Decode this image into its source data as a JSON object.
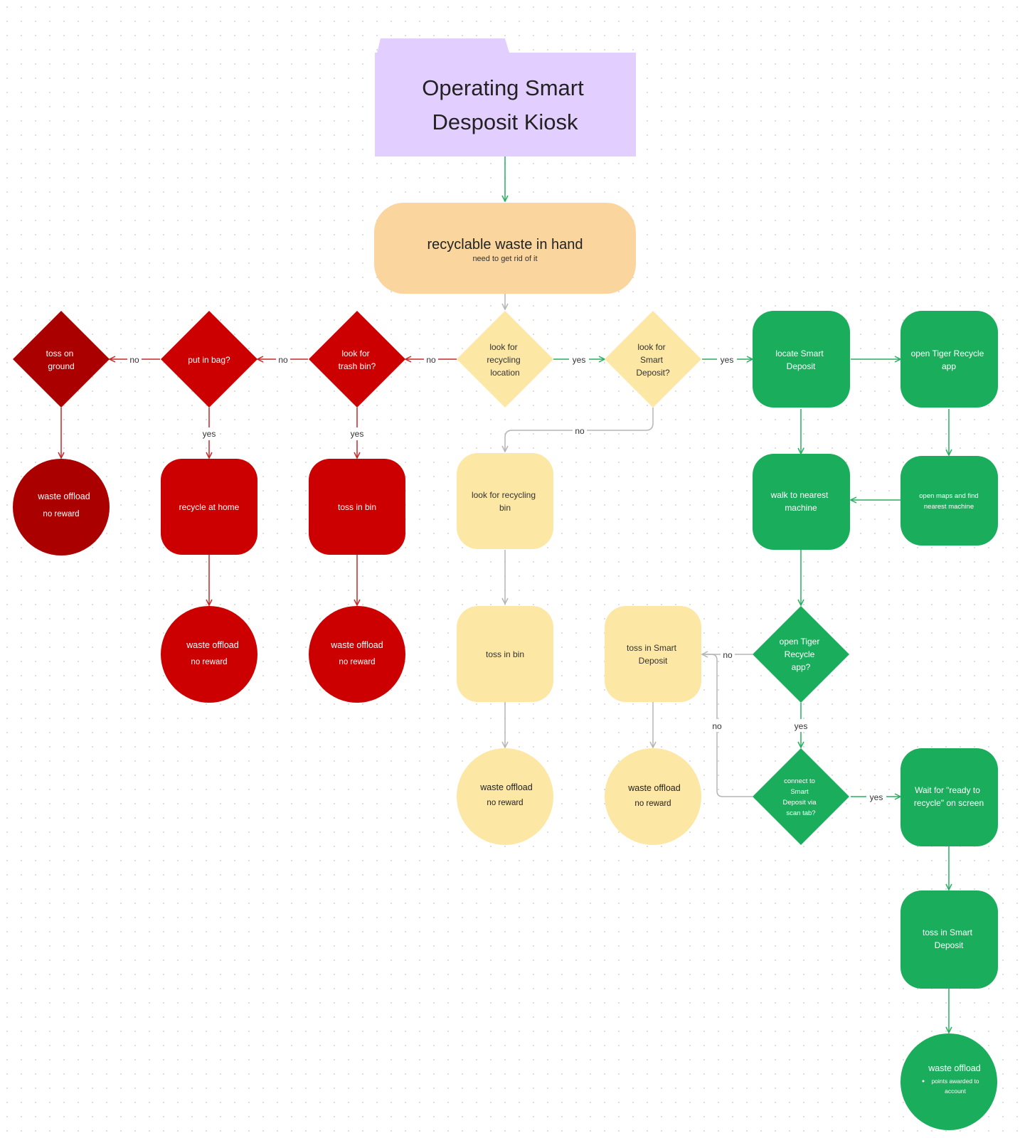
{
  "title": [
    "Operating Smart",
    "Desposit Kiosk"
  ],
  "colors": {
    "title_fill": "#E3CFFF",
    "start_fill": "#FBD59E",
    "dark_red": "#AA0000",
    "red": "#CC0000",
    "yellow": "#FDE7A4",
    "green": "#1AAD5B",
    "red_line": "#C62828",
    "green_line": "#27AE60",
    "gray_line": "#B5B5B5"
  },
  "nodes": {
    "start": {
      "title": "recyclable waste in hand",
      "subtitle": "need to get rid of it"
    },
    "toss_on_ground": [
      "toss on",
      "ground"
    ],
    "put_in_bag": [
      "put in bag?"
    ],
    "look_for_trash_bin": [
      "look for",
      "trash bin?"
    ],
    "look_for_recycling_location": [
      "look for",
      "recycling",
      "location"
    ],
    "look_for_smart_deposit": [
      "look for",
      "Smart",
      "Deposit?"
    ],
    "locate_smart_deposit": [
      "locate Smart",
      "Deposit"
    ],
    "open_tiger_recycle_app": [
      "open Tiger Recycle",
      "app"
    ],
    "waste_offload_dark": [
      "waste offload",
      "no reward"
    ],
    "recycle_at_home": [
      "recycle at home"
    ],
    "toss_in_bin_red": [
      "toss in bin"
    ],
    "look_for_recycling_bin": [
      "look for recycling",
      "bin"
    ],
    "walk_to_nearest_machine": [
      "walk to nearest",
      "machine"
    ],
    "open_maps": [
      "open maps and find",
      "nearest machine"
    ],
    "waste_offload_red_1": [
      "waste offload",
      "no reward"
    ],
    "waste_offload_red_2": [
      "waste offload",
      "no reward"
    ],
    "toss_in_bin_yellow": [
      "toss in bin"
    ],
    "toss_in_smart_deposit_yellow": [
      "toss in Smart",
      "Deposit"
    ],
    "open_tiger_recycle_app_q": [
      "open Tiger",
      "Recycle",
      "app?"
    ],
    "waste_offload_yellow_1": [
      "waste offload",
      "no reward"
    ],
    "waste_offload_yellow_2": [
      "waste offload",
      "no reward"
    ],
    "connect_to_smart_deposit": [
      "connect to",
      "Smart",
      "Deposit via",
      "scan tab?"
    ],
    "wait_for_ready": [
      "Wait for \"ready to",
      "recycle\" on screen"
    ],
    "toss_in_smart_deposit_green": [
      "toss in Smart",
      "Deposit"
    ],
    "waste_offload_green": {
      "title": "waste offload",
      "bullet": "points awarded to",
      "bullet2": "account"
    }
  },
  "edge_labels": {
    "no": "no",
    "yes": "yes"
  }
}
